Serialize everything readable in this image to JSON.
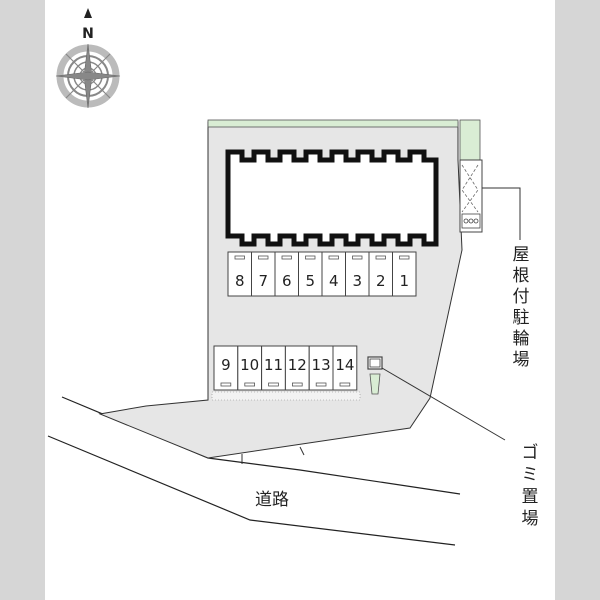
{
  "compass": {
    "north_label": "N"
  },
  "parking_top_row": [
    "8",
    "7",
    "6",
    "5",
    "4",
    "3",
    "2",
    "1"
  ],
  "parking_bottom_row": [
    "9",
    "10",
    "11",
    "12",
    "13",
    "14"
  ],
  "labels": {
    "bicycle_parking": "屋根付駐輪場",
    "garbage_area": "ゴミ置場",
    "road": "道路"
  },
  "colors": {
    "lot": "#e6e6e6",
    "green": "#d9edd4",
    "building_outline": "#111111",
    "background": "#d6d6d6"
  }
}
